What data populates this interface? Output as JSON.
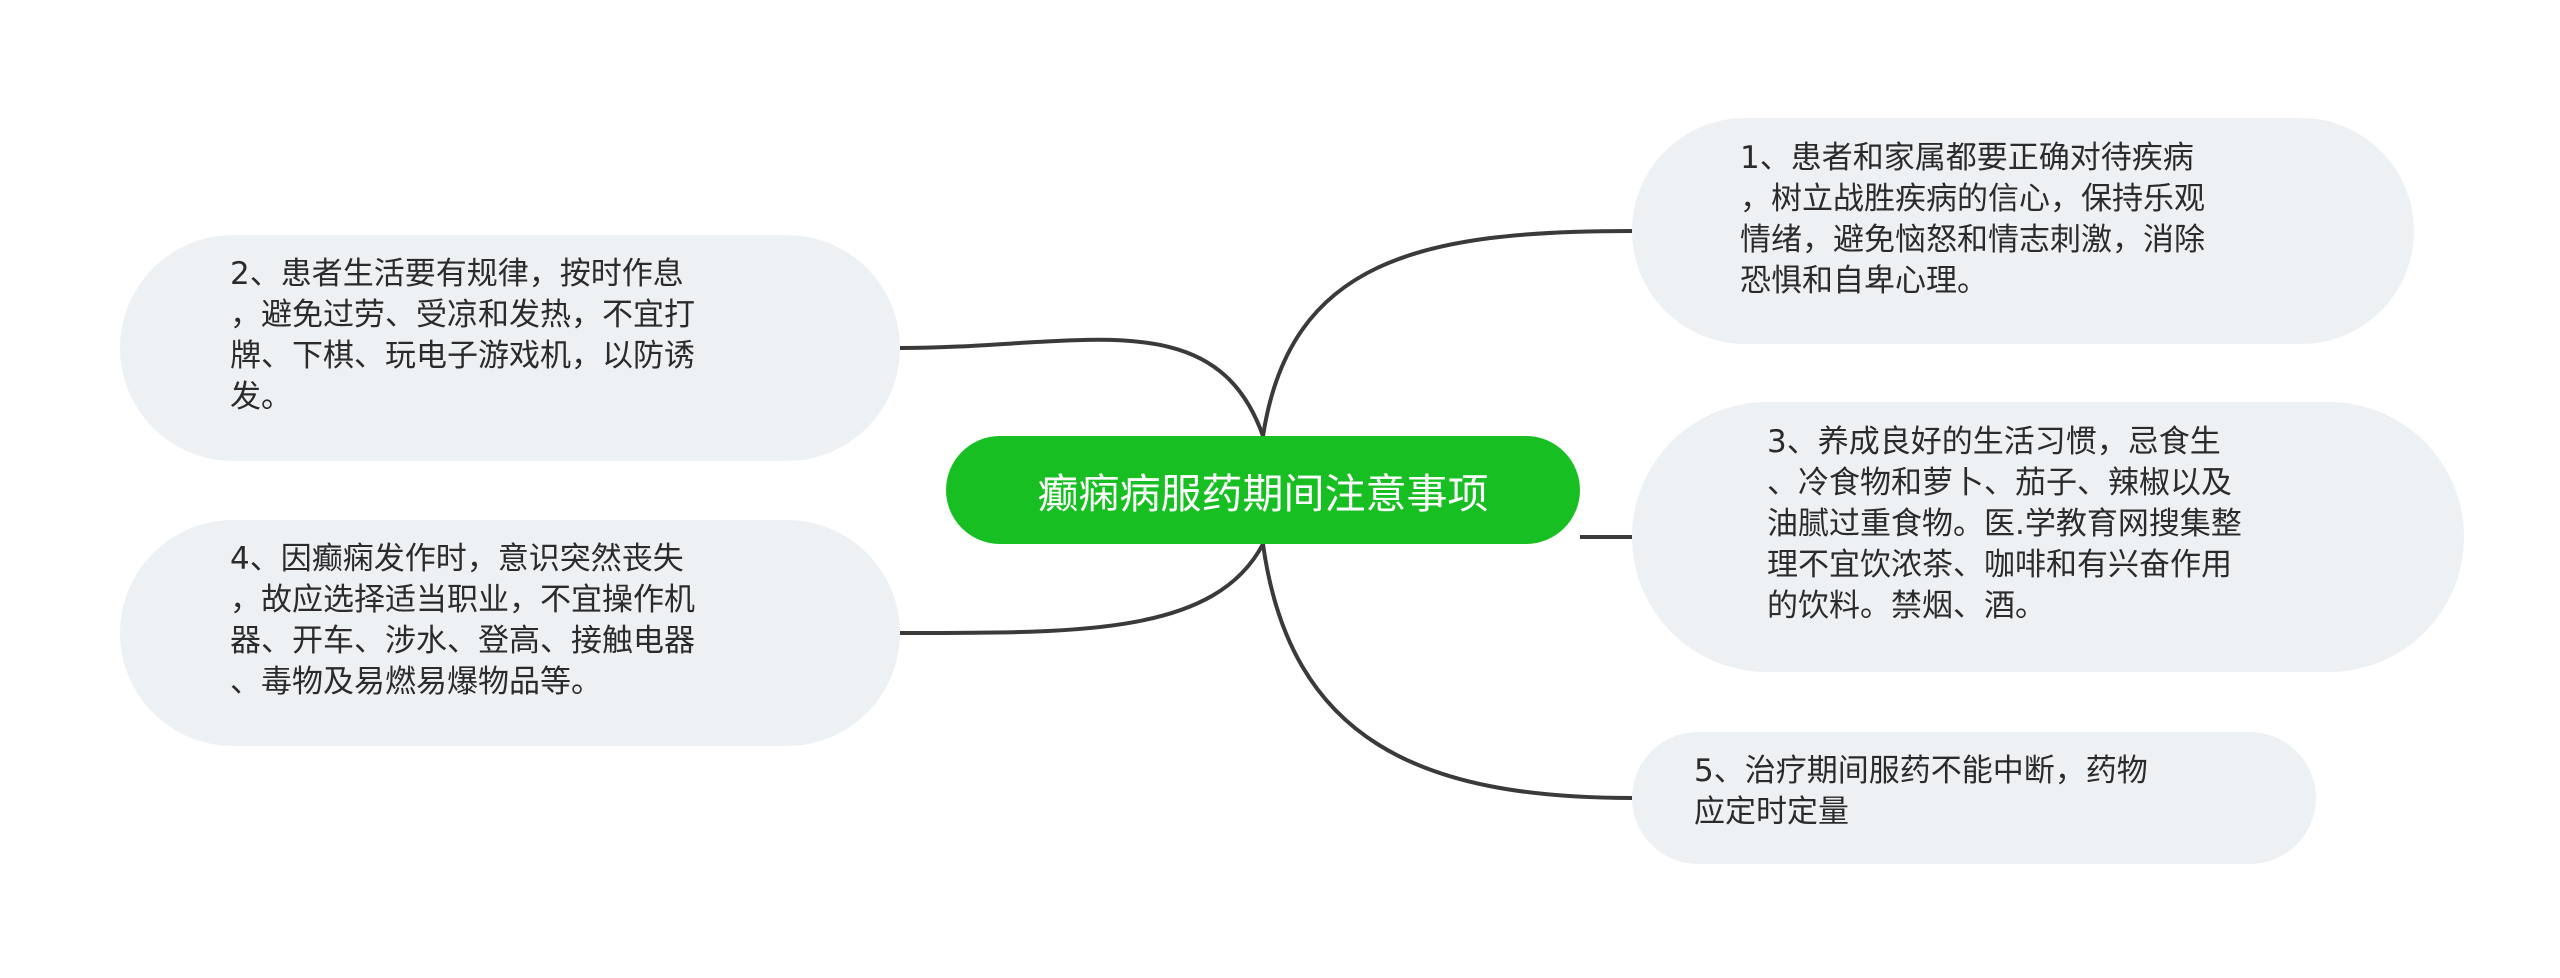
{
  "root": {
    "label": "癫痫病服药期间注意事项"
  },
  "branches": {
    "item1": "1、患者和家属都要正确对待疾病\n，树立战胜疾病的信心，保持乐观\n情绪，避免恼怒和情志刺激，消除\n恐惧和自卑心理。",
    "item2": "2、患者生活要有规律，按时作息\n，避免过劳、受凉和发热，不宜打\n牌、下棋、玩电子游戏机，以防诱\n发。",
    "item3": "3、养成良好的生活习惯，忌食生\n、冷食物和萝卜、茄子、辣椒以及\n油腻过重食物。医.学教育网搜集整\n理不宜饮浓茶、咖啡和有兴奋作用\n的饮料。禁烟、酒。",
    "item4": "4、因癫痫发作时，意识突然丧失\n，故应选择适当职业，不宜操作机\n器、开车、涉水、登高、接触电器\n、毒物及易燃易爆物品等。",
    "item5": "5、治疗期间服药不能中断，药物\n应定时定量"
  },
  "colors": {
    "root_fill": "#18bf23",
    "root_text": "#ffffff",
    "node_fill": "#eef1f4",
    "node_text": "#2b2b2b",
    "connector": "#3a3a3a"
  }
}
